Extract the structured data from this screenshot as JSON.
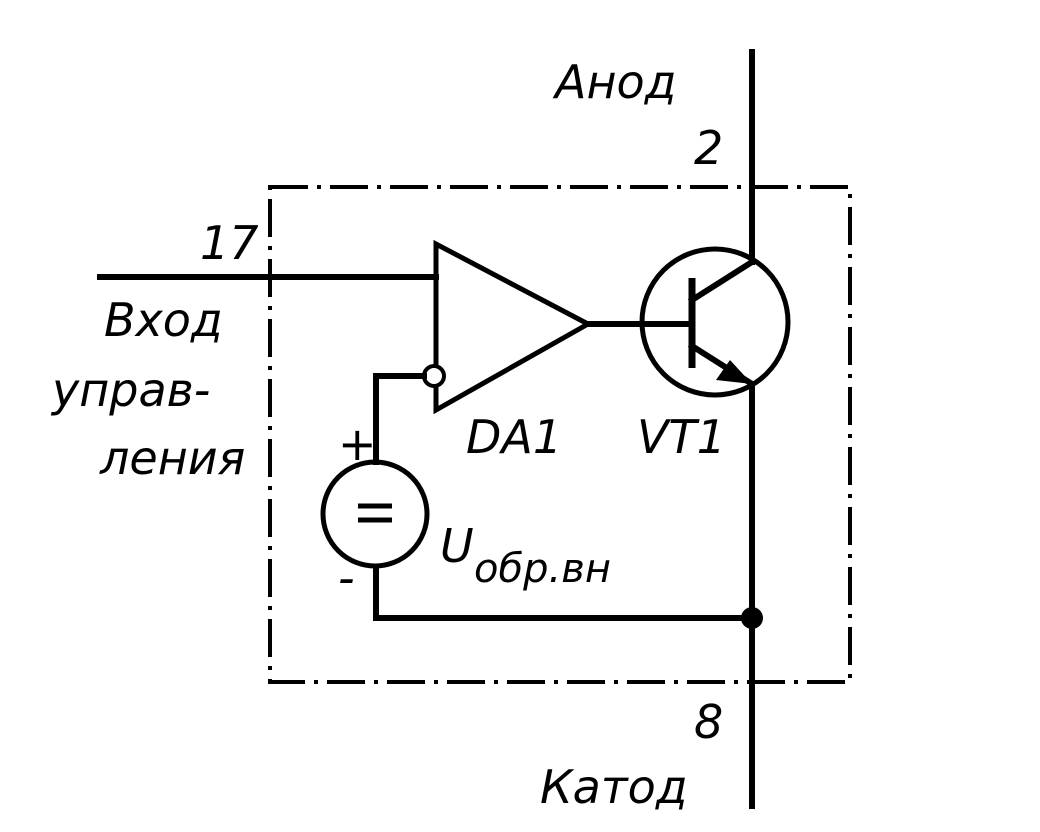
{
  "pins": {
    "anode_label": "Анод",
    "anode_number": "2",
    "input_number": "17",
    "input_label_lines": [
      "Вход",
      "управ-",
      "ления"
    ],
    "cathode_number": "8",
    "cathode_label": "Катод"
  },
  "components": {
    "amplifier_label": "DA1",
    "transistor_label": "VT1",
    "source_label_main": "U",
    "source_label_sub": "обр.вн",
    "source_plus": "+",
    "source_minus": "-"
  }
}
